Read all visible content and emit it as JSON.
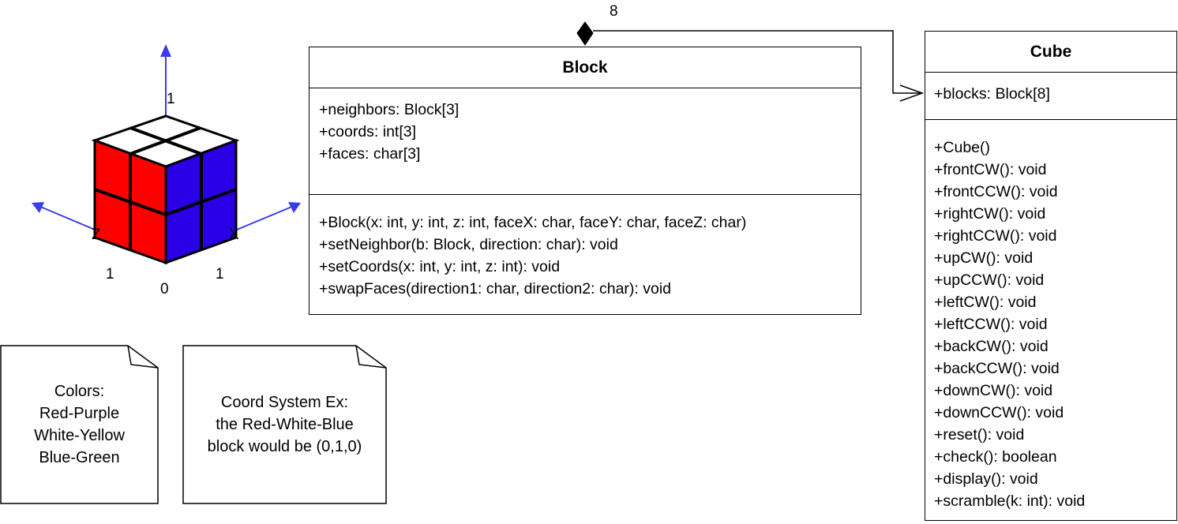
{
  "block_class": {
    "name": "Block",
    "attributes": [
      "+neighbors: Block[3]",
      "+coords: int[3]",
      "+faces: char[3]"
    ],
    "methods": [
      "+Block(x: int, y: int, z: int, faceX: char, faceY: char, faceZ: char)",
      "+setNeighbor(b: Block, direction: char): void",
      "+setCoords(x: int, y: int, z: int): void",
      "+swapFaces(direction1: char, direction2: char): void"
    ]
  },
  "cube_class": {
    "name": "Cube",
    "attributes": [
      "+blocks: Block[8]"
    ],
    "methods": [
      "+Cube()",
      "+frontCW(): void",
      "+frontCCW(): void",
      "+rightCW(): void",
      "+rightCCW(): void",
      "+upCW(): void",
      "+upCCW(): void",
      "+leftCW(): void",
      "+leftCCW(): void",
      "+backCW(): void",
      "+backCCW(): void",
      "+downCW(): void",
      "+downCCW(): void",
      "+reset(): void",
      "+check(): boolean",
      "+display(): void",
      "+scramble(k: int): void"
    ]
  },
  "association": {
    "multiplicity": "8"
  },
  "cube_figure": {
    "labels": {
      "top_value": "1",
      "z_axis": "Z",
      "x_axis": "X",
      "left_value": "1",
      "right_value": "1",
      "origin_value": "0"
    },
    "colors": {
      "top_face": "#ffffff",
      "left_face": "#ff0000",
      "right_face": "#2a00e6",
      "axis": "#3a3aee",
      "grid": "#000000"
    }
  },
  "notes": {
    "colors": [
      "Colors:",
      "Red-Purple",
      "White-Yellow",
      "Blue-Green"
    ],
    "coords": [
      "Coord System Ex:",
      "the Red-White-Blue",
      "block would be (0,1,0)"
    ]
  }
}
